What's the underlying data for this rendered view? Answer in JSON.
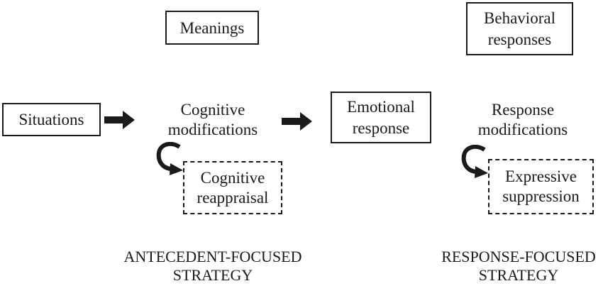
{
  "colors": {
    "background": "#ffffff",
    "ink": "#1a1a1a"
  },
  "boxes": {
    "meanings": {
      "label": "Meanings",
      "border": "solid"
    },
    "behavioral_responses": {
      "label": "Behavioral responses",
      "border": "solid"
    },
    "situations": {
      "label": "Situations",
      "border": "solid"
    },
    "emotional_response": {
      "label": "Emotional response",
      "border": "solid"
    },
    "cognitive_reappraisal": {
      "label": "Cognitive reappraisal",
      "border": "dashed"
    },
    "expressive_suppression": {
      "label": "Expressive suppression",
      "border": "dashed"
    }
  },
  "nodes": {
    "cognitive_modifications": {
      "label": "Cognitive modifications"
    },
    "response_modifications": {
      "label": "Response modifications"
    }
  },
  "strategies": {
    "antecedent": {
      "label": "ANTECEDENT-FOCUSED STRATEGY"
    },
    "response": {
      "label": "RESPONSE-FOCUSED STRATEGY"
    }
  },
  "icons": {
    "flow_arrow": "thick-right-arrow",
    "loop_arrow": "curved-c-arrow"
  }
}
